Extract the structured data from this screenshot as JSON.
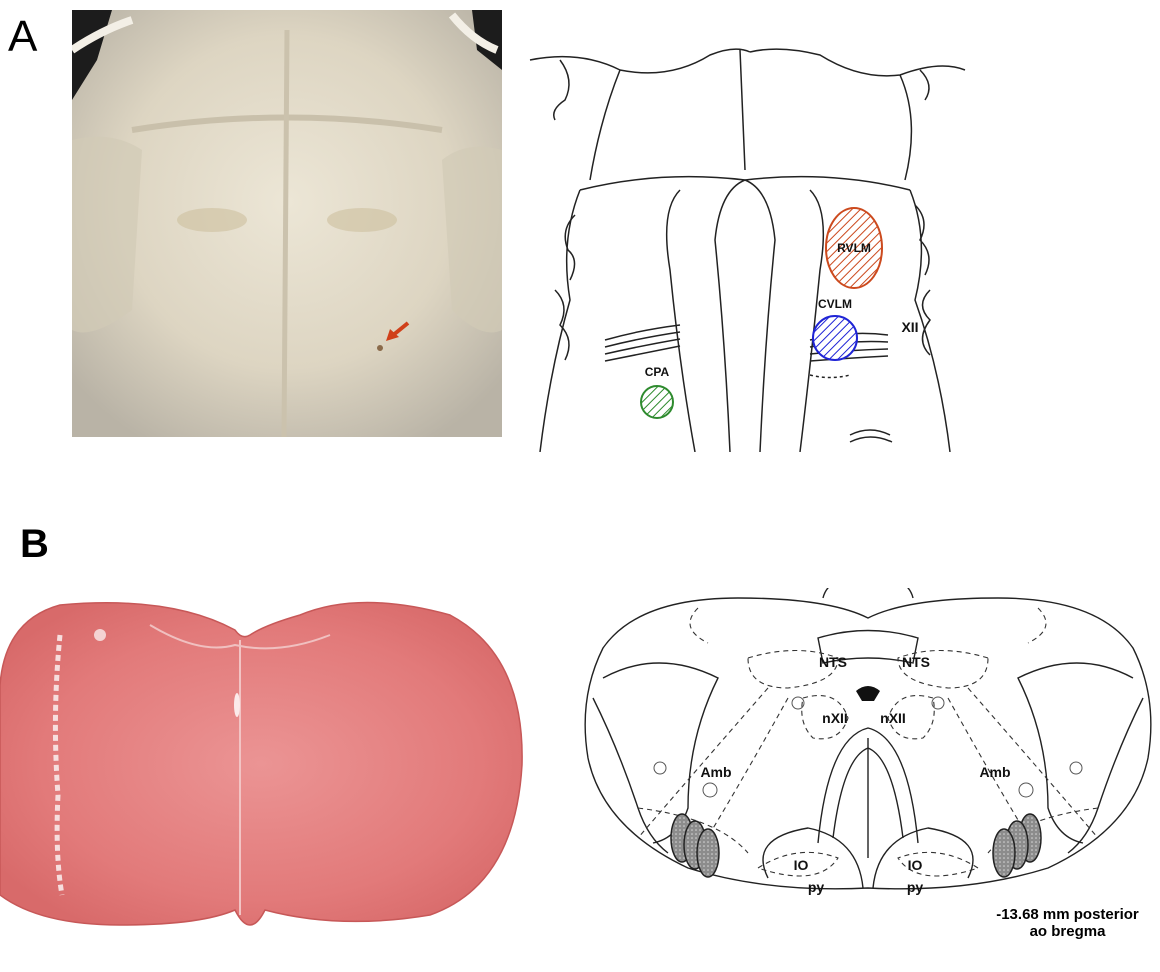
{
  "panels": {
    "a": {
      "letter": "A"
    },
    "b": {
      "letter": "B"
    }
  },
  "labels_a": {
    "rvlm": "RVLM",
    "cvlm": "CVLM",
    "cpa": "CPA",
    "xii": "XII"
  },
  "labels_b": {
    "nts_left": "NTS",
    "nts_right": "NTS",
    "nxii_left": "nXII",
    "nxii_right": "nXII",
    "amb_left": "Amb",
    "amb_right": "Amb",
    "io_left": "IO",
    "io_right": "IO",
    "py_left": "py",
    "py_right": "py"
  },
  "coordinate": {
    "line1": "-13.68 mm posterior",
    "line2": "ao bregma"
  },
  "colors": {
    "rvlm": "#cc4a1e",
    "cvlm": "#1f24d6",
    "cpa": "#2e8b2e",
    "arrow": "#d0401a",
    "stain": "#e27a7a"
  }
}
